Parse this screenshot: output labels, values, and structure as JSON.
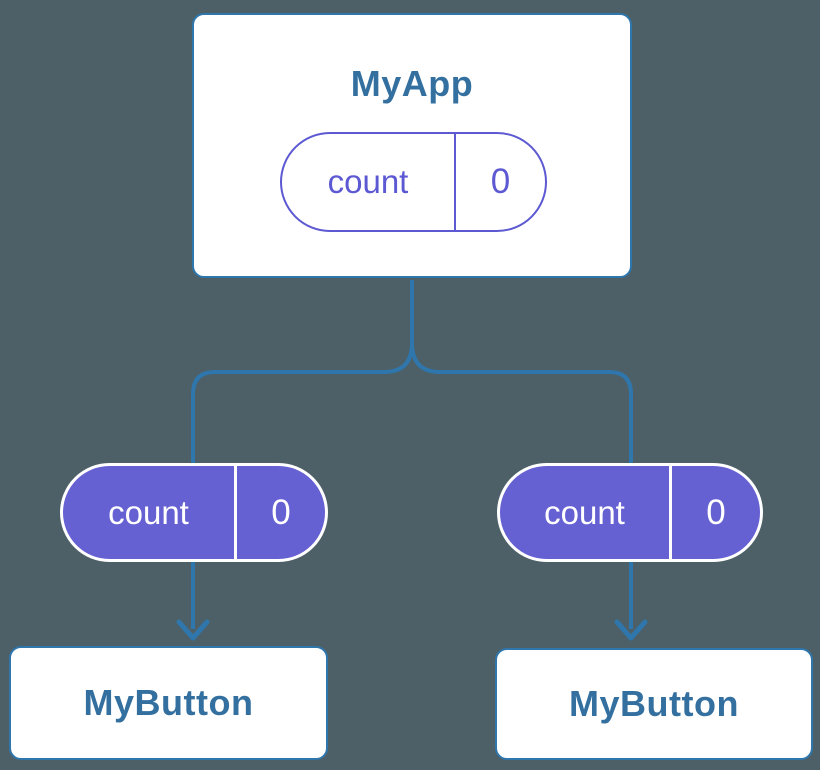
{
  "colors": {
    "background": "#4d6067",
    "connector": "#2e76ac",
    "node_text": "#34709f",
    "purple": "#5c59d2",
    "purple_fill": "#6661d2",
    "node_bg": "#ffffff",
    "filled_pill_text": "#ffffff"
  },
  "app_node": {
    "label": "MyApp",
    "pill": {
      "key": "count",
      "value": "0"
    }
  },
  "left_branch": {
    "pill": {
      "key": "count",
      "value": "0"
    },
    "node": {
      "label": "MyButton"
    }
  },
  "right_branch": {
    "pill": {
      "key": "count",
      "value": "0"
    },
    "node": {
      "label": "MyButton"
    }
  }
}
